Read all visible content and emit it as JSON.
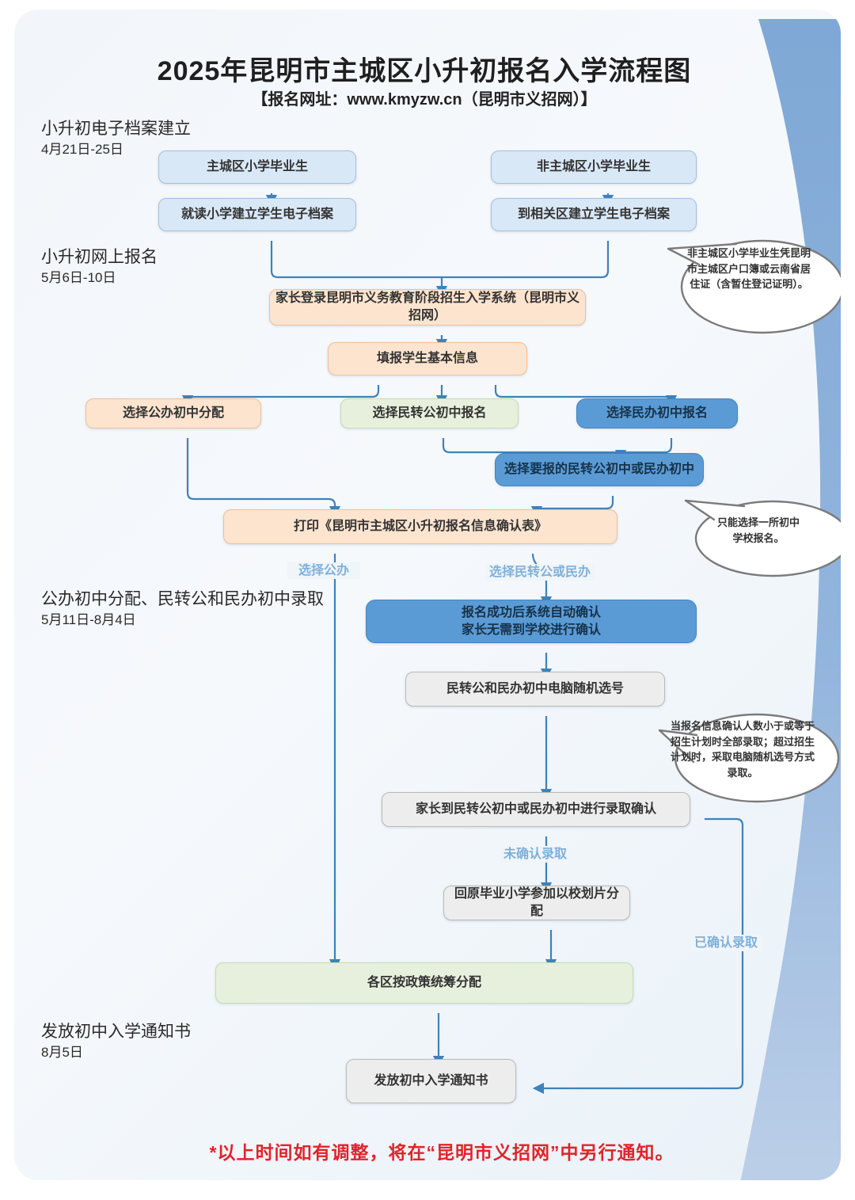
{
  "title": "2025年昆明市主城区小升初报名入学流程图",
  "subtitle": "【报名网址：www.kmyzw.cn（昆明市义招网）】",
  "sections": [
    {
      "label": "小升初电子档案建立",
      "date": "4月21日-25日"
    },
    {
      "label": "小升初网上报名",
      "date": "5月6日-10日"
    },
    {
      "label": "公办初中分配、民转公和民办初中录取",
      "date": "5月11日-8月4日"
    },
    {
      "label": "发放初中入学通知书",
      "date": "8月5日"
    }
  ],
  "nodes": {
    "main_grad": "主城区小学毕业生",
    "main_file": "就读小学建立学生电子档案",
    "non_main_grad": "非主城区小学毕业生",
    "non_main_file": "到相关区建立学生电子档案",
    "login": "家长登录昆明市义务教育阶段招生入学系统（昆明市义招网）",
    "fill_info": "填报学生基本信息",
    "choose_public": "选择公办初中分配",
    "choose_mzg": "选择民转公初中报名",
    "choose_private": "选择民办初中报名",
    "choose_target": "选择要报的民转公初中或民办初中",
    "print_form": "打印《昆明市主城区小升初报名信息确认表》",
    "auto_confirm_line1": "报名成功后系统自动确认",
    "auto_confirm_line2": "家长无需到学校进行确认",
    "random_number": "民转公和民办初中电脑随机选号",
    "admission_confirm": "家长到民转公初中或民办初中进行录取确认",
    "back_to_school": "回原毕业小学参加以校划片分配",
    "district_allocate": "各区按政策统筹分配",
    "send_notice": "发放初中入学通知书"
  },
  "edge_labels": {
    "choose_public_path": "选择公办",
    "choose_private_path": "选择民转公或民办",
    "not_confirmed": "未确认录取",
    "confirmed": "已确认录取"
  },
  "bubbles": [
    {
      "text": "非主城区小学毕业生凭昆明市主城区户口簿或云南省居住证（含暂住登记证明）。"
    },
    {
      "text": "只能选择一所初中学校报名。"
    },
    {
      "text": "当报名信息确认人数小于或等于招生计划时全部录取；超过招生计划时，采取电脑随机选号方式录取。"
    }
  ],
  "footnote": "*以上时间如有调整，将在“昆明市义招网”中另行通知。",
  "colors": {
    "accent_blue": "#5b9bd5",
    "light_blue_box": "#d9e8f6",
    "peach_box": "#fce4cf",
    "green_box": "#e6f0dc",
    "gray_box": "#ecedec",
    "connector": "#3e82ba",
    "edge_label": "#7fb0d9",
    "band": "#7fa8d6",
    "footnote_red": "#e0242a"
  }
}
